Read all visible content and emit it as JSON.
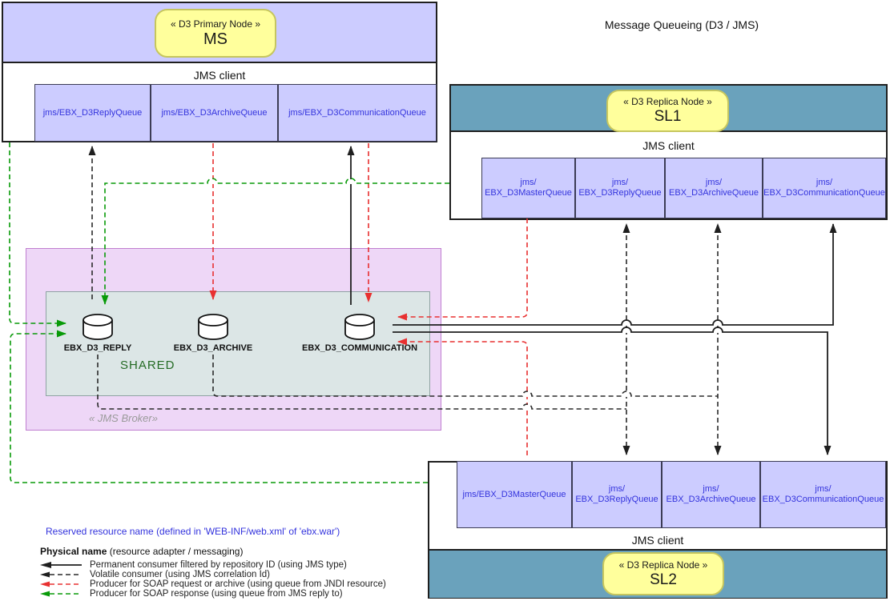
{
  "title": "Message Queueing (D3 / JMS)",
  "nodes": {
    "ms": {
      "stereotype": "« D3 Primary Node »",
      "name": "MS",
      "client_label": "JMS client",
      "queues": [
        "jms/EBX_D3ReplyQueue",
        "jms/EBX_D3ArchiveQueue",
        "jms/EBX_D3CommunicationQueue"
      ]
    },
    "sl1": {
      "stereotype": "« D3 Replica Node »",
      "name": "SL1",
      "client_label": "JMS client",
      "queues": [
        {
          "l1": "jms/",
          "l2": "EBX_D3MasterQueue"
        },
        {
          "l1": "jms/",
          "l2": "EBX_D3ReplyQueue"
        },
        {
          "l1": "jms/",
          "l2": "EBX_D3ArchiveQueue"
        },
        {
          "l1": "jms/",
          "l2": "EBX_D3CommunicationQueue"
        }
      ]
    },
    "sl2": {
      "stereotype": "« D3 Replica Node »",
      "name": "SL2",
      "client_label": "JMS client",
      "queues": [
        {
          "l1": "jms/EBX_D3MasterQueue",
          "l2": ""
        },
        {
          "l1": "jms/",
          "l2": "EBX_D3ReplyQueue"
        },
        {
          "l1": "jms/",
          "l2": "EBX_D3ArchiveQueue"
        },
        {
          "l1": "jms/",
          "l2": "EBX_D3CommunicationQueue"
        }
      ]
    }
  },
  "broker": {
    "stereotype": "« JMS Broker»",
    "shared_label": "SHARED",
    "queues": [
      "EBX_D3_REPLY",
      "EBX_D3_ARCHIVE",
      "EBX_D3_COMMUNICATION"
    ]
  },
  "legend": {
    "reserved_note": "Reserved resource name (defined in 'WEB-INF/web.xml' of 'ebx.war')",
    "physical_bold": "Physical name",
    "physical_rest": " (resource adapter / messaging)",
    "items": [
      {
        "style": "solid black arrow",
        "label": "Permanent consumer filtered by repository ID (using JMS type)"
      },
      {
        "style": "dashed black arrow",
        "label": "Volatile consumer (using JMS correlation Id)"
      },
      {
        "style": "dashed red arrow",
        "label": "Producer for SOAP request or archive (using queue from JNDI resource)"
      },
      {
        "style": "dashed green arrow",
        "label": "Producer for SOAP response (using queue from JMS reply to)"
      }
    ]
  },
  "colors": {
    "lavender": "#ccccff",
    "teal": "#6aa2bc",
    "stereotype_yellow": "#ffff9c",
    "broker_purple": "#eed7f7",
    "shared_gray": "#dce6e6",
    "queue_text_blue": "#3333dd",
    "permanent_black": "#1f1f1f",
    "producer_red": "#e83030",
    "producer_green": "#089a08",
    "shared_text_green": "#246b24"
  }
}
